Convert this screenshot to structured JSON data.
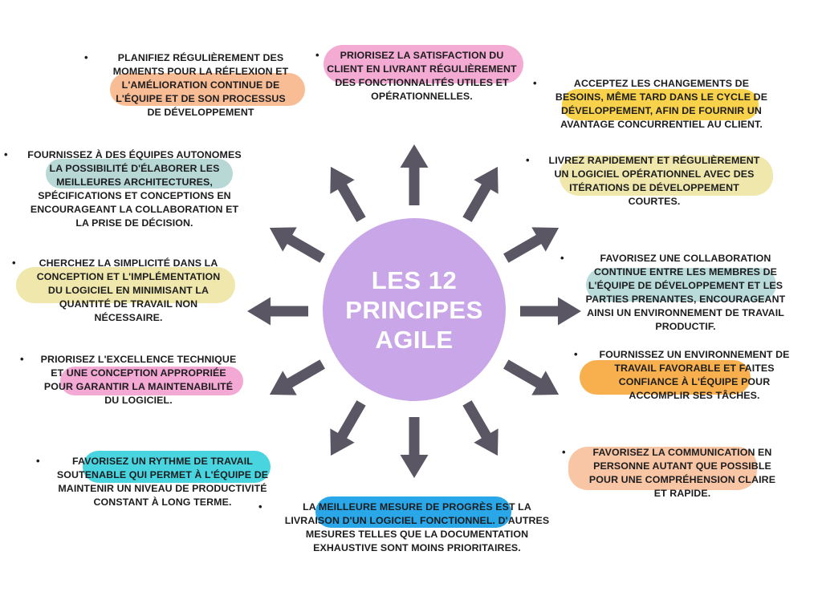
{
  "title": "LES 12\nPRINCIPES\nAGILE",
  "bullet": "•",
  "colors": {
    "background": "#ffffff",
    "center_circle": "#c9a6e8",
    "title_text": "#ffffff",
    "arrow": "#5a5663",
    "body_text": "#1d1d1f"
  },
  "principles": [
    {
      "id": 1,
      "position": "top-center",
      "highlight_color": "#f3abd3",
      "text": "PRIORISEZ LA SATISFACTION DU\nCLIENT EN LIVRANT RÉGULIÈREMENT\nDES FONCTIONNALITÉS UTILES ET\nOPÉRATIONNELLES."
    },
    {
      "id": 2,
      "position": "top-right",
      "highlight_color": "#f8d24a",
      "text": "ACCEPTEZ LES CHANGEMENTS DE\nBESOINS, MÊME TARD DANS LE CYCLE DE\nDÉVELOPPEMENT, AFIN DE FOURNIR UN\nAVANTAGE CONCURRENTIEL AU CLIENT."
    },
    {
      "id": 3,
      "position": "right-upper",
      "highlight_color": "#efe7ac",
      "text": "LIVREZ RAPIDEMENT ET RÉGULIÈREMENT\nUN LOGICIEL OPÉRATIONNEL AVEC DES\nITÉRATIONS DE DÉVELOPPEMENT\nCOURTES."
    },
    {
      "id": 4,
      "position": "right-middle",
      "highlight_color": "#b9dcda",
      "text": "FAVORISEZ UNE COLLABORATION\nCONTINUE ENTRE LES MEMBRES DE\nL'ÉQUIPE DE DÉVELOPPEMENT ET LES\nPARTIES PRENANTES, ENCOURAGEANT\nAINSI UN ENVIRONNEMENT DE TRAVAIL\nPRODUCTIF."
    },
    {
      "id": 5,
      "position": "right-lower",
      "highlight_color": "#f7b04d",
      "text": "FOURNISSEZ UN ENVIRONNEMENT DE\nTRAVAIL FAVORABLE ET FAITES\nCONFIANCE À L'ÉQUIPE POUR\nACCOMPLIR SES TÂCHES."
    },
    {
      "id": 6,
      "position": "bottom-right",
      "highlight_color": "#f8c6a5",
      "text": "FAVORISEZ LA COMMUNICATION EN\nPERSONNE AUTANT QUE POSSIBLE\nPOUR UNE COMPRÉHENSION CLAIRE\nET RAPIDE."
    },
    {
      "id": 7,
      "position": "bottom-center",
      "highlight_color": "#29a7e8",
      "text": "LA MEILLEURE MESURE DE PROGRÈS EST LA\nLIVRAISON D'UN LOGICIEL FONCTIONNEL. D'AUTRES\nMESURES TELLES QUE LA DOCUMENTATION\nEXHAUSTIVE SONT MOINS PRIORITAIRES."
    },
    {
      "id": 8,
      "position": "bottom-left",
      "highlight_color": "#48d5e0",
      "text": "FAVORISEZ UN RYTHME DE TRAVAIL\nSOUTENABLE QUI PERMET À L'ÉQUIPE DE\nMAINTENIR UN NIVEAU DE PRODUCTIVITÉ\nCONSTANT À LONG TERME."
    },
    {
      "id": 9,
      "position": "left-lower",
      "highlight_color": "#f3a9d4",
      "text": "PRIORISEZ L'EXCELLENCE TECHNIQUE\nET UNE CONCEPTION APPROPRIÉE\nPOUR GARANTIR LA MAINTENABILITÉ\nDU LOGICIEL."
    },
    {
      "id": 10,
      "position": "left-middle",
      "highlight_color": "#efe7ac",
      "text": "CHERCHEZ LA SIMPLICITÉ DANS LA\nCONCEPTION ET L'IMPLÉMENTATION\nDU LOGICIEL EN MINIMISANT LA\nQUANTITÉ DE TRAVAIL NON\nNÉCESSAIRE."
    },
    {
      "id": 11,
      "position": "left-upper",
      "highlight_color": "#b8d8d6",
      "text": "FOURNISSEZ À DES ÉQUIPES AUTONOMES\nLA POSSIBILITÉ D'ÉLABORER LES\nMEILLEURES ARCHITECTURES,\nSPÉCIFICATIONS ET CONCEPTIONS EN\nENCOURAGEANT LA COLLABORATION ET\nLA PRISE DE DÉCISION."
    },
    {
      "id": 12,
      "position": "top-left",
      "highlight_color": "#f9bd96",
      "text": "PLANIFIEZ RÉGULIÈREMENT DES\nMOMENTS POUR LA RÉFLEXION ET\nL'AMÉLIORATION CONTINUE DE\nL'ÉQUIPE ET DE SON PROCESSUS\nDE DÉVELOPPEMENT"
    }
  ]
}
